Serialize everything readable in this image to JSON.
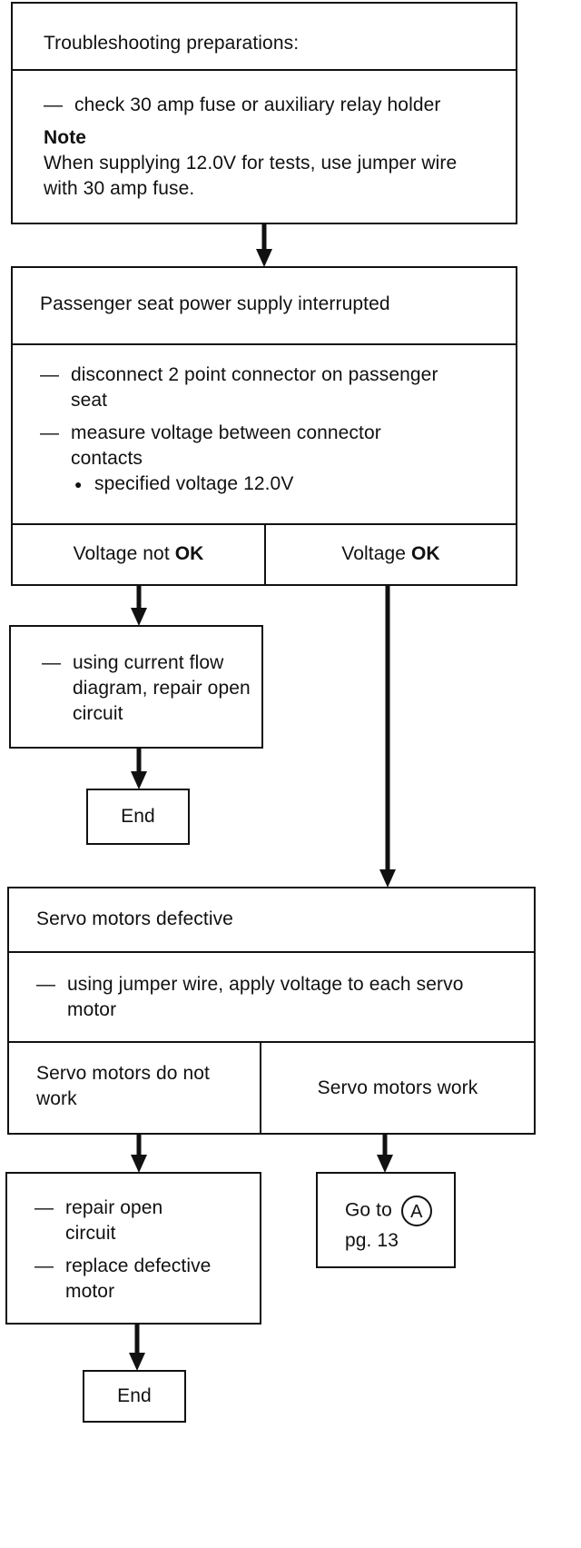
{
  "prep": {
    "title": "Troubleshooting preparations:",
    "step": "check 30 amp fuse or auxiliary relay holder",
    "note_label": "Note",
    "note_text": "When supplying 12.0V for tests, use jumper wire with 30 amp fuse."
  },
  "power": {
    "title": "Passenger seat power supply interrupted",
    "step1": "disconnect 2 point connector on passenger seat",
    "step2": "measure voltage between connector contacts",
    "bullet": "specified voltage 12.0V",
    "branch_not_ok_prefix": "Voltage not ",
    "branch_not_ok_bold": "OK",
    "branch_ok_prefix": "Voltage ",
    "branch_ok_bold": "OK"
  },
  "repair1": {
    "step": "using current flow diagram, repair open circuit"
  },
  "end1": {
    "label": "End"
  },
  "servo": {
    "title": "Servo motors defective",
    "step": "using jumper wire, apply voltage to each servo motor",
    "branch_fail": "Servo motors do not work",
    "branch_ok": "Servo motors work"
  },
  "repair2": {
    "step1": "repair open circuit",
    "step2": "replace defective motor"
  },
  "goto": {
    "prefix": "Go to",
    "circle": "A",
    "page": "pg. 13"
  },
  "end2": {
    "label": "End"
  }
}
